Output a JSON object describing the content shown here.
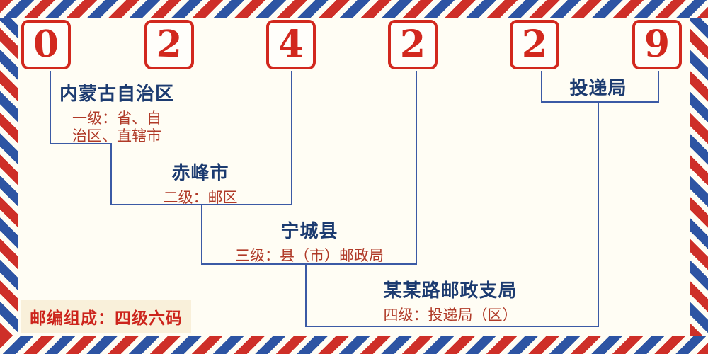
{
  "postal_code": "024229",
  "digits": [
    "0",
    "2",
    "4",
    "2",
    "2",
    "9"
  ],
  "labels": [
    {
      "title": "内蒙古自治区",
      "sub": "一级：省、自\n治区、直辖市"
    },
    {
      "title": "赤峰市",
      "sub": "二级：邮区"
    },
    {
      "title": "宁城县",
      "sub": "三级：县（市）邮政局"
    },
    {
      "title": "某某路邮政支局",
      "sub": "四级：投递局（区）"
    },
    {
      "title": "投递局",
      "sub": ""
    }
  ],
  "footnote": "邮编组成：四级六码",
  "colors": {
    "digit_red": "#d2281e",
    "title_navy": "#1c3b70",
    "level_red": "#b03a28",
    "line_blue": "#3b5aa5",
    "stripe_red": "#ce2f28",
    "stripe_blue": "#2d54a3",
    "background": "#fffdf4"
  }
}
